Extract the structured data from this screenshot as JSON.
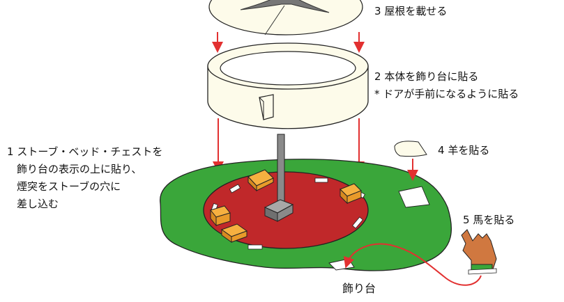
{
  "steps": {
    "step1": {
      "number": "1",
      "lines": [
        "ストーブ・ベッド・チェストを",
        "飾り台の表示の上に貼り、",
        "煙突をストーブの穴に",
        "差し込む"
      ]
    },
    "step2": {
      "number": "2",
      "text": "本体を飾り台に貼る",
      "note": "* ドアが手前になるように貼る"
    },
    "step3": {
      "number": "3",
      "text": "屋根を載せる"
    },
    "step4": {
      "number": "4",
      "text": "羊を貼る"
    },
    "step5": {
      "number": "5",
      "text": "馬を貼る"
    }
  },
  "base_label": "飾り台",
  "colors": {
    "grass": "#3aa63a",
    "floor": "#c0282a",
    "arrow": "#e23030",
    "furniture": "#f0a030",
    "chimney": "#8a8a8a",
    "horse": "#d07840",
    "wall": "#fdfbea"
  }
}
